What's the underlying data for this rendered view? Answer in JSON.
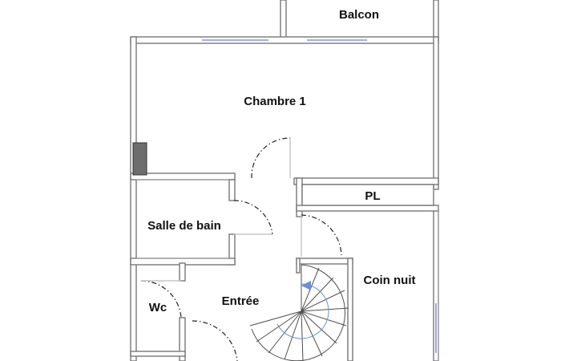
{
  "colors": {
    "wall_outer": "#8a8a8a",
    "wall_fill": "#ffffff",
    "window": "#8f8fe0",
    "door_swing": "#222222",
    "duct": "#6d6d6d",
    "stair_line": "#4d4d4d",
    "stair_arrow": "#6a8fd8"
  },
  "rooms": {
    "balcon": "Balcon",
    "chambre1": "Chambre 1",
    "pl": "PL",
    "salle_de_bain": "Salle de bain",
    "coin_nuit": "Coin nuit",
    "wc": "Wc",
    "entree": "Entrée"
  }
}
